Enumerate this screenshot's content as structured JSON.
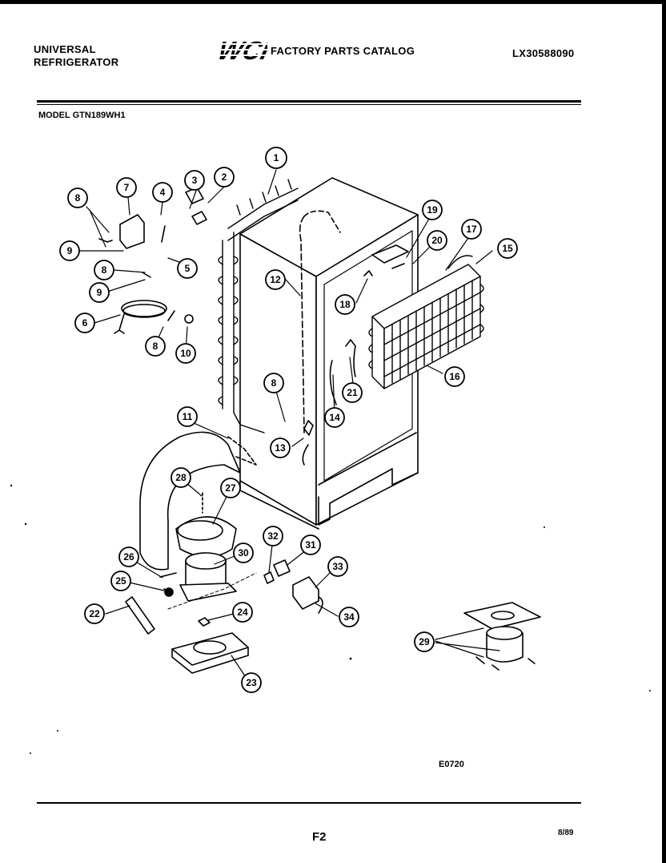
{
  "header": {
    "brand": "UNIVERSAL REFRIGERATOR",
    "catalog_title": "FACTORY PARTS CATALOG",
    "catalog_number": "LX30588090",
    "logo_text": "WCI"
  },
  "model": "MODEL GTN189WH1",
  "diagram": {
    "code": "E0720",
    "callouts": [
      "1",
      "2",
      "3",
      "4",
      "5",
      "6",
      "7",
      "8",
      "9",
      "10",
      "11",
      "12",
      "13",
      "14",
      "15",
      "16",
      "17",
      "18",
      "19",
      "20",
      "21",
      "22",
      "23",
      "24",
      "25",
      "26",
      "27",
      "28",
      "29",
      "30",
      "31",
      "32",
      "33",
      "34"
    ]
  },
  "footer": {
    "page": "F2",
    "date": "8/89"
  }
}
